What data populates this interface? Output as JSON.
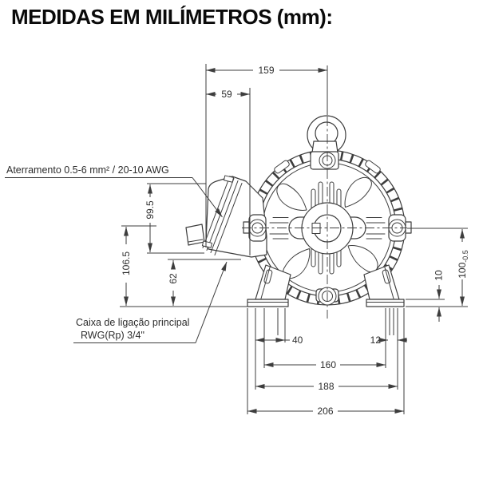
{
  "title": "MEDIDAS EM MILÍMETROS (mm):",
  "labels": {
    "grounding": "Aterramento 0.5-6 mm² / 20-10 AWG",
    "terminal_box_line1": "Caixa de ligação principal",
    "terminal_box_line2": "RWG(Rp) 3/4\""
  },
  "dimensions": {
    "overall_top_width": "159",
    "box_top_width": "59",
    "box_height": "99.5",
    "left_total_height": "106.5",
    "left_lower_height": "62",
    "foot_thickness": "10",
    "shaft_height": "100",
    "shaft_height_tolerance": "-0.5",
    "foot_slot": "40",
    "foot_offset": "12",
    "hole_spacing": "160",
    "frame_width": "188",
    "overall_width": "206"
  },
  "colors": {
    "line": "#3d3d3d",
    "text": "#2d2d2d",
    "background": "#ffffff"
  }
}
